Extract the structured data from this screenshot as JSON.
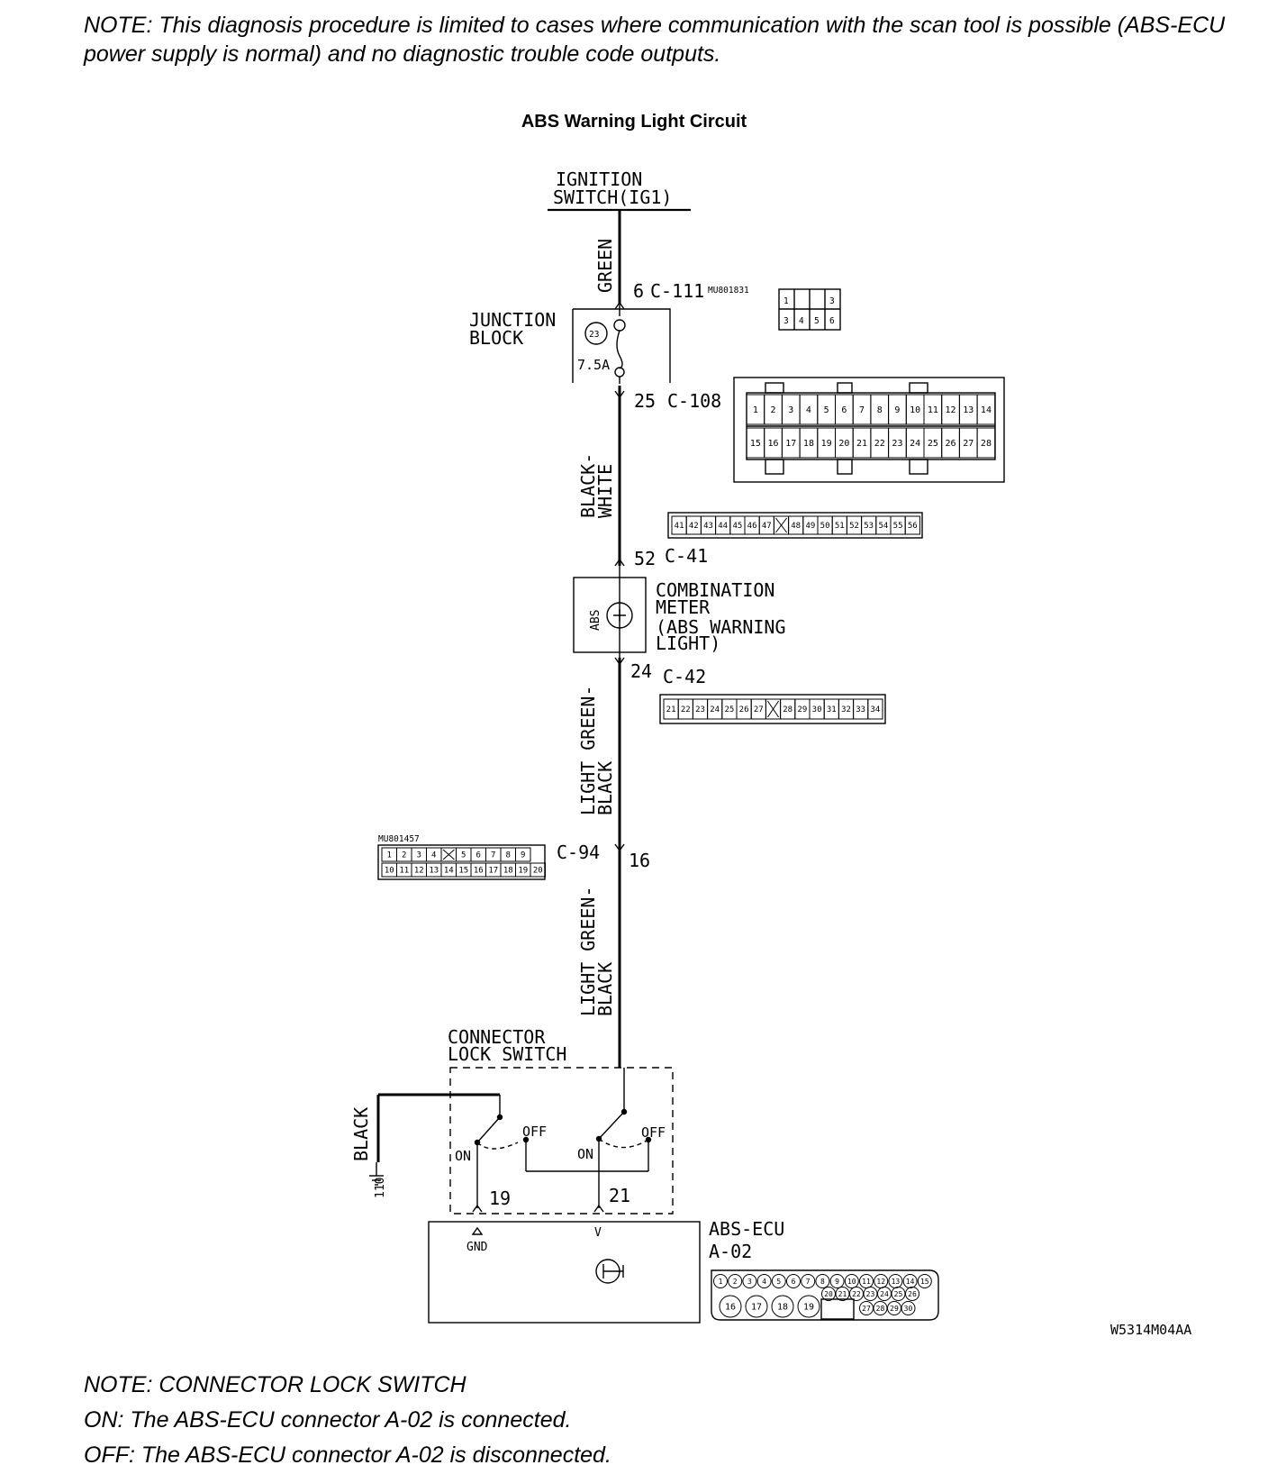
{
  "note_top": "NOTE: This diagnosis procedure is limited to cases where communication with the scan tool is possible (ABS-ECU power supply is normal) and no diagnostic trouble code outputs.",
  "title": "ABS Warning Light Circuit",
  "ignition": {
    "line1": "IGNITION",
    "line2": "SWITCH(IG1)"
  },
  "wires": {
    "w1": "GREEN",
    "w2a": "BLACK-",
    "w2b": "WHITE",
    "w3a": "LIGHT GREEN-",
    "w3b": "BLACK",
    "w4a": "LIGHT GREEN-",
    "w4b": "BLACK",
    "w5": "BLACK"
  },
  "junction_block": {
    "line1": "JUNCTION",
    "line2": "BLOCK",
    "fuse_no": "23",
    "rating": "7.5A"
  },
  "connectors": {
    "c111": {
      "pin": "6",
      "name": "C-111",
      "part": "MU801831",
      "pins_top": [
        "1",
        "",
        "3"
      ],
      "pins_bottom": [
        "3",
        "4",
        "5",
        "6"
      ]
    },
    "c108": {
      "pin": "25",
      "name": "C-108",
      "row1": [
        "1",
        "2",
        "3",
        "4",
        "5",
        "6",
        "7",
        "8",
        "9",
        "10",
        "11",
        "12",
        "13",
        "14"
      ],
      "row2": [
        "15",
        "16",
        "17",
        "18",
        "19",
        "20",
        "21",
        "22",
        "23",
        "24",
        "25",
        "26",
        "27",
        "28"
      ]
    },
    "c41": {
      "pin": "52",
      "name": "C-41",
      "pins": [
        "41",
        "42",
        "43",
        "44",
        "45",
        "46",
        "47",
        "",
        "48",
        "49",
        "50",
        "51",
        "52",
        "53",
        "54",
        "55",
        "56"
      ]
    },
    "c42": {
      "pin": "24",
      "name": "C-42",
      "pins": [
        "21",
        "22",
        "23",
        "24",
        "25",
        "26",
        "27",
        "",
        "28",
        "29",
        "30",
        "31",
        "32",
        "33",
        "34"
      ]
    },
    "c94": {
      "pin": "16",
      "name": "C-94",
      "part": "MU801457",
      "row1": [
        "1",
        "2",
        "3",
        "4",
        "",
        "5",
        "6",
        "7",
        "8",
        "9"
      ],
      "row2": [
        "10",
        "11",
        "12",
        "13",
        "14",
        "15",
        "16",
        "17",
        "18",
        "19",
        "20"
      ]
    },
    "a02": {
      "row1": [
        "1",
        "2",
        "3",
        "4",
        "5",
        "6",
        "7",
        "8",
        "9",
        "10",
        "11",
        "12",
        "13",
        "14",
        "15"
      ],
      "row2": [
        "20",
        "21",
        "22",
        "23",
        "24",
        "25",
        "26"
      ],
      "row3": [
        "16",
        "17",
        "18",
        "19"
      ],
      "row4": [
        "27",
        "28",
        "29",
        "30"
      ]
    }
  },
  "meter": {
    "line1": "COMBINATION",
    "line2": "METER",
    "line3": "(ABS WARNING",
    "line4": "LIGHT)",
    "abs": "ABS"
  },
  "lock_switch": {
    "line1": "CONNECTOR",
    "line2": "LOCK SWITCH",
    "on": "ON",
    "off": "OFF"
  },
  "ecu": {
    "name": "ABS-ECU",
    "conn": "A-02",
    "pin19": "19",
    "pin21": "21",
    "gnd": "GND",
    "v": "V",
    "ground_label": "110"
  },
  "code": "W5314M04AA",
  "note_bottom": [
    "NOTE: CONNECTOR LOCK SWITCH",
    "ON: The ABS-ECU connector A-02 is connected.",
    "OFF: The ABS-ECU connector A-02 is disconnected."
  ]
}
